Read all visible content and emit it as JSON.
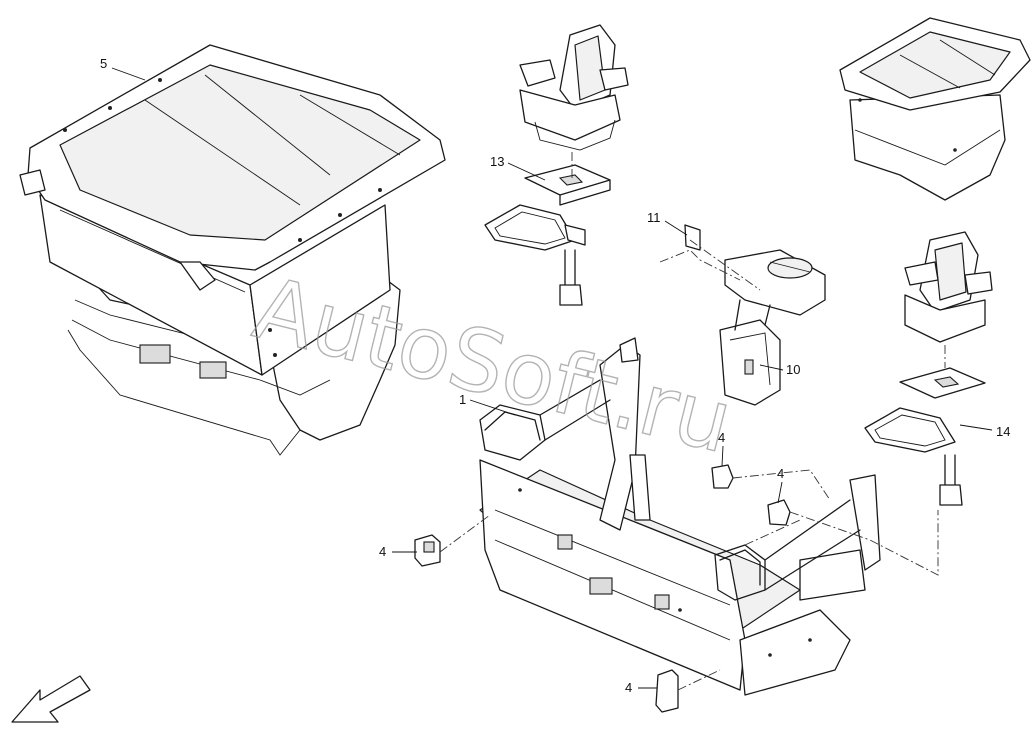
{
  "callouts": [
    {
      "id": "1",
      "label": "1"
    },
    {
      "id": "4a",
      "label": "4"
    },
    {
      "id": "4b",
      "label": "4"
    },
    {
      "id": "4c",
      "label": "4"
    },
    {
      "id": "4d",
      "label": "4"
    },
    {
      "id": "5",
      "label": "5"
    },
    {
      "id": "10",
      "label": "10"
    },
    {
      "id": "11",
      "label": "11"
    },
    {
      "id": "13",
      "label": "13"
    },
    {
      "id": "14",
      "label": "14"
    }
  ],
  "watermark": "AutoSoft.ru",
  "icons": {
    "direction_arrow": "direction-arrow-icon"
  }
}
